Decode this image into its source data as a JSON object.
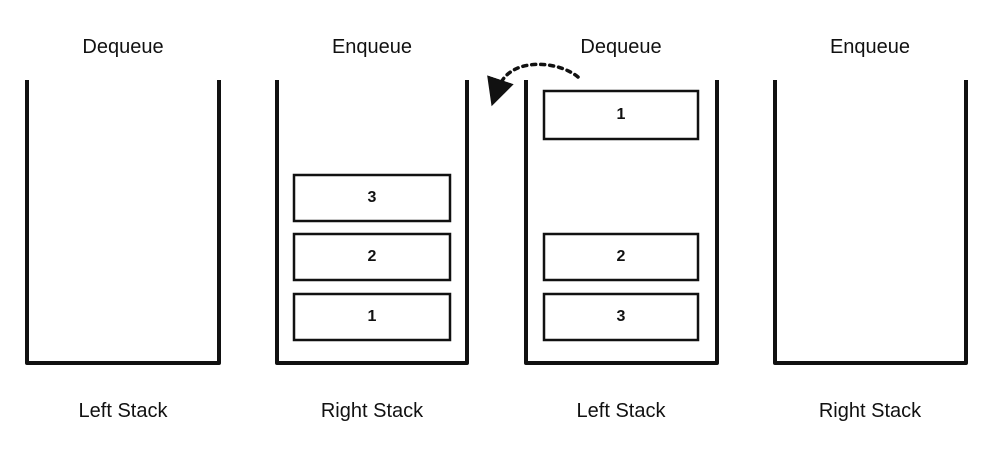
{
  "panels": [
    {
      "operation": "Dequeue",
      "stack": "Left Stack",
      "items": []
    },
    {
      "operation": "Enqueue",
      "stack": "Right Stack",
      "items": [
        "3",
        "2",
        "1"
      ]
    },
    {
      "operation": "Dequeue",
      "stack": "Left Stack",
      "items": [
        "1",
        "2",
        "3"
      ]
    },
    {
      "operation": "Enqueue",
      "stack": "Right Stack",
      "items": []
    }
  ],
  "colors": {
    "stroke": "#111111",
    "box_fill": "#ffffff",
    "background": "#ffffff"
  }
}
